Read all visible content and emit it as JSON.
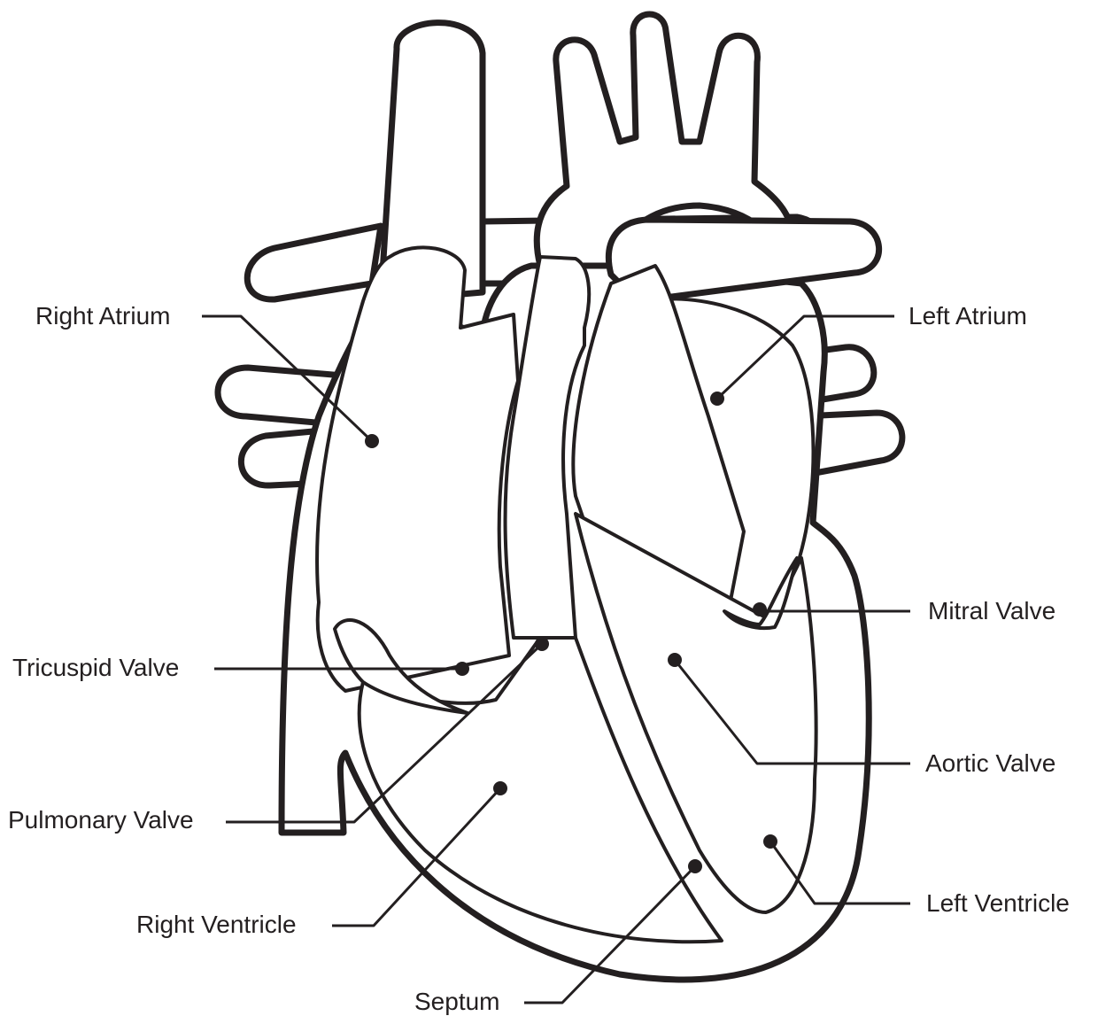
{
  "labels": {
    "right_atrium": "Right Atrium",
    "left_atrium": "Left Atrium",
    "mitral_valve": "Mitral Valve",
    "tricuspid_valve": "Tricuspid Valve",
    "aortic_valve": "Aortic Valve",
    "pulmonary_valve": "Pulmonary Valve",
    "right_ventricle": "Right Ventricle",
    "left_ventricle": "Left Ventricle",
    "septum": "Septum"
  },
  "colors": {
    "line": "#231f20",
    "background": "#ffffff"
  }
}
